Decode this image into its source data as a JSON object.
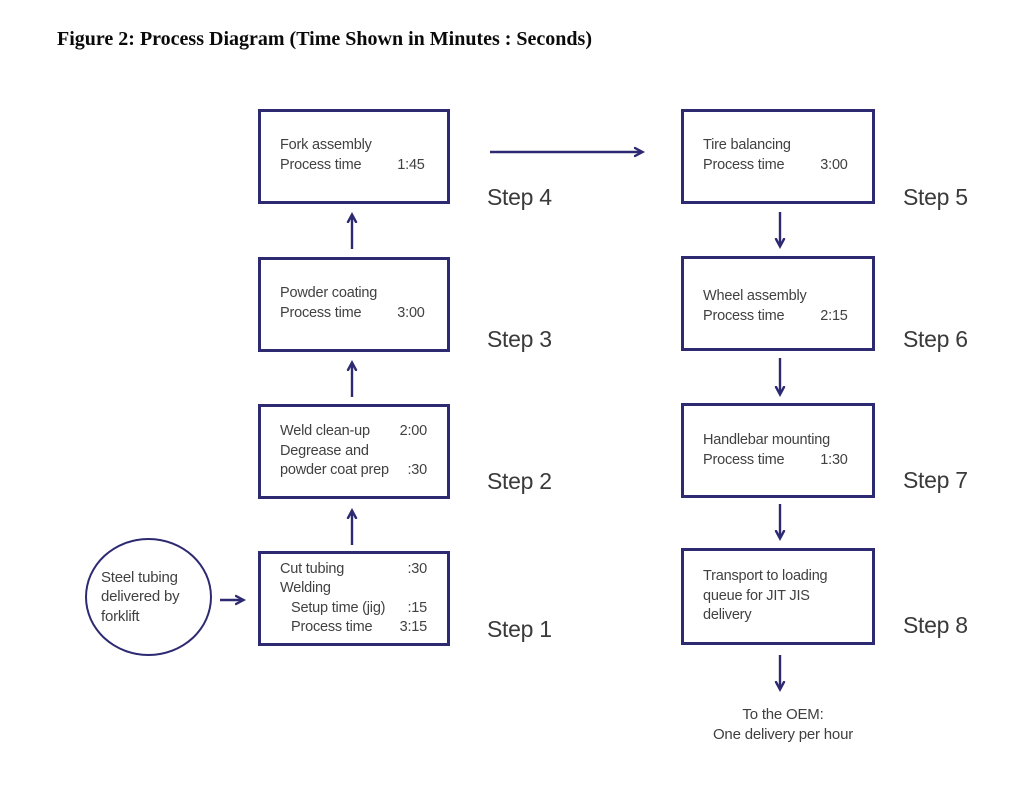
{
  "title": "Figure 2: Process Diagram (Time Shown in Minutes : Seconds)",
  "colors": {
    "accent": "#2e2a72",
    "text": "#414141",
    "background": "#ffffff"
  },
  "source": {
    "line1": "Steel tubing",
    "line2": "delivered by",
    "line3": "forklift"
  },
  "terminal": {
    "line1": "To the OEM:",
    "line2": "One delivery per hour"
  },
  "steps": [
    {
      "label": "Step 1",
      "lines": [
        {
          "label": "Cut tubing",
          "value": ":30"
        },
        {
          "label": "Welding"
        },
        {
          "label": "Setup time (jig)",
          "value": ":15"
        },
        {
          "label": "Process time",
          "value": "3:15"
        }
      ]
    },
    {
      "label": "Step 2",
      "lines": [
        {
          "label": "Weld clean-up",
          "value": "2:00"
        },
        {
          "label": "Degrease and"
        },
        {
          "label": "powder coat prep",
          "value": ":30"
        }
      ]
    },
    {
      "label": "Step 3",
      "lines": [
        {
          "label": "Powder coating"
        },
        {
          "label": "Process time",
          "value": "3:00"
        }
      ]
    },
    {
      "label": "Step 4",
      "lines": [
        {
          "label": "Fork assembly"
        },
        {
          "label": "Process time",
          "value": "1:45"
        }
      ]
    },
    {
      "label": "Step 5",
      "lines": [
        {
          "label": "Tire balancing"
        },
        {
          "label": "Process time",
          "value": "3:00"
        }
      ]
    },
    {
      "label": "Step 6",
      "lines": [
        {
          "label": "Wheel assembly"
        },
        {
          "label": "Process time",
          "value": "2:15"
        }
      ]
    },
    {
      "label": "Step 7",
      "lines": [
        {
          "label": "Handlebar mounting"
        },
        {
          "label": "Process time",
          "value": "1:30"
        }
      ]
    },
    {
      "label": "Step 8",
      "lines": [
        {
          "label": "Transport to loading"
        },
        {
          "label": "queue for JIT JIS"
        },
        {
          "label": "delivery"
        }
      ]
    }
  ]
}
